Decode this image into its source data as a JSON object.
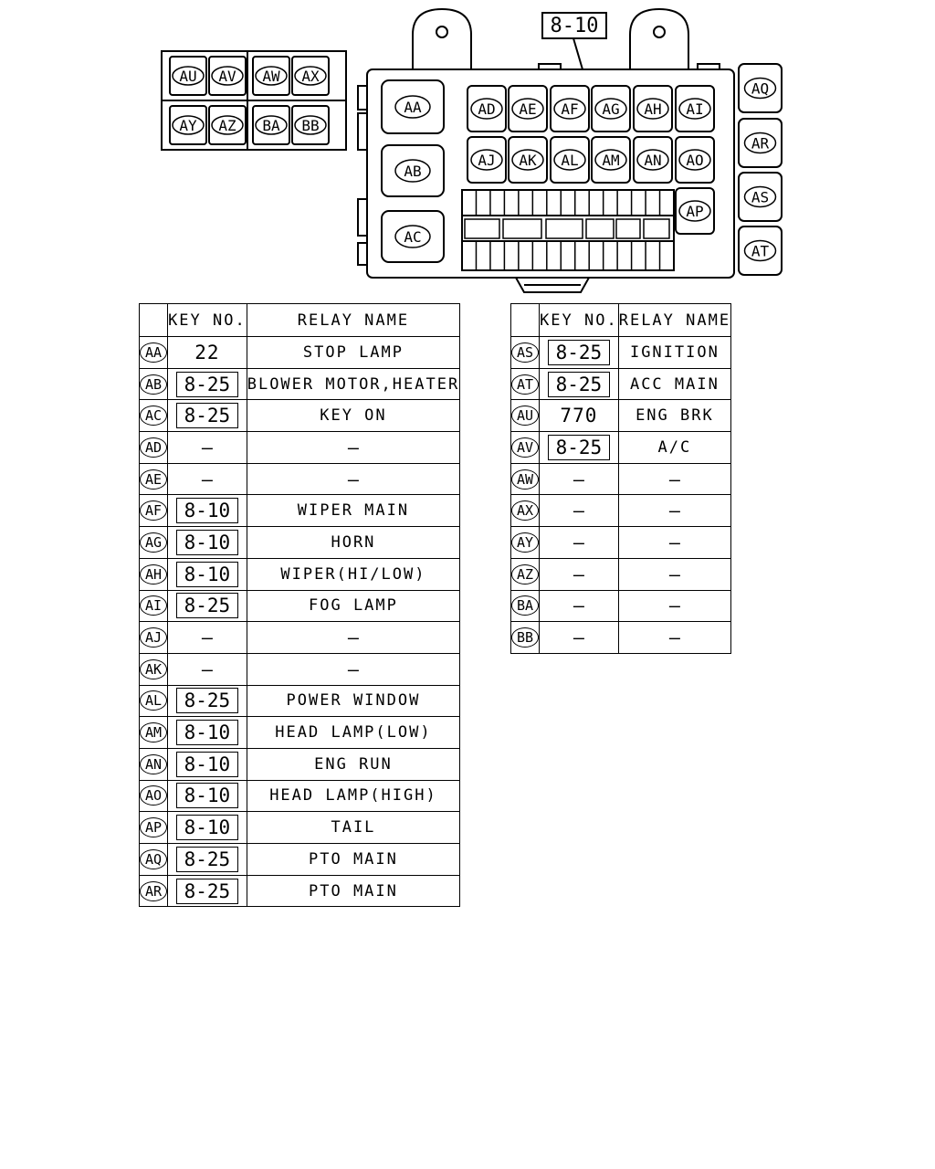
{
  "diagram": {
    "pointer_label": "8-10",
    "relays_main": [
      {
        "label": "AA"
      },
      {
        "label": "AB"
      },
      {
        "label": "AC"
      }
    ],
    "relays_row1": [
      "AD",
      "AE",
      "AF",
      "AG",
      "AH",
      "AI"
    ],
    "relays_row2": [
      "AJ",
      "AK",
      "AL",
      "AM",
      "AN",
      "AO"
    ],
    "relay_ap": "AP",
    "relays_side": [
      "AQ",
      "AR",
      "AS",
      "AT"
    ],
    "relays_block": [
      "AU",
      "AV",
      "AW",
      "AX",
      "AY",
      "AZ",
      "BA",
      "BB"
    ]
  },
  "table_left": {
    "headers": {
      "code": "",
      "key": "KEY NO.",
      "name": "RELAY NAME"
    },
    "rows": [
      {
        "code": "AA",
        "key": "22",
        "boxed": false,
        "name": "STOP LAMP"
      },
      {
        "code": "AB",
        "key": "8-25",
        "boxed": true,
        "name": "BLOWER MOTOR,HEATER"
      },
      {
        "code": "AC",
        "key": "8-25",
        "boxed": true,
        "name": "KEY ON"
      },
      {
        "code": "AD",
        "key": "—",
        "boxed": false,
        "name": "—"
      },
      {
        "code": "AE",
        "key": "—",
        "boxed": false,
        "name": "—"
      },
      {
        "code": "AF",
        "key": "8-10",
        "boxed": true,
        "name": "WIPER MAIN"
      },
      {
        "code": "AG",
        "key": "8-10",
        "boxed": true,
        "name": "HORN"
      },
      {
        "code": "AH",
        "key": "8-10",
        "boxed": true,
        "name": "WIPER(HI/LOW)"
      },
      {
        "code": "AI",
        "key": "8-25",
        "boxed": true,
        "name": "FOG LAMP"
      },
      {
        "code": "AJ",
        "key": "—",
        "boxed": false,
        "name": "—"
      },
      {
        "code": "AK",
        "key": "—",
        "boxed": false,
        "name": "—"
      },
      {
        "code": "AL",
        "key": "8-25",
        "boxed": true,
        "name": "POWER WINDOW"
      },
      {
        "code": "AM",
        "key": "8-10",
        "boxed": true,
        "name": "HEAD LAMP(LOW)"
      },
      {
        "code": "AN",
        "key": "8-10",
        "boxed": true,
        "name": "ENG RUN"
      },
      {
        "code": "AO",
        "key": "8-10",
        "boxed": true,
        "name": "HEAD LAMP(HIGH)"
      },
      {
        "code": "AP",
        "key": "8-10",
        "boxed": true,
        "name": "TAIL"
      },
      {
        "code": "AQ",
        "key": "8-25",
        "boxed": true,
        "name": "PTO MAIN"
      },
      {
        "code": "AR",
        "key": "8-25",
        "boxed": true,
        "name": "PTO MAIN"
      }
    ]
  },
  "table_right": {
    "headers": {
      "code": "",
      "key": "KEY NO.",
      "name": "RELAY NAME"
    },
    "rows": [
      {
        "code": "AS",
        "key": "8-25",
        "boxed": true,
        "name": "IGNITION"
      },
      {
        "code": "AT",
        "key": "8-25",
        "boxed": true,
        "name": "ACC MAIN"
      },
      {
        "code": "AU",
        "key": "770",
        "boxed": false,
        "name": "ENG BRK"
      },
      {
        "code": "AV",
        "key": "8-25",
        "boxed": true,
        "name": "A/C"
      },
      {
        "code": "AW",
        "key": "—",
        "boxed": false,
        "name": "—"
      },
      {
        "code": "AX",
        "key": "—",
        "boxed": false,
        "name": "—"
      },
      {
        "code": "AY",
        "key": "—",
        "boxed": false,
        "name": "—"
      },
      {
        "code": "AZ",
        "key": "—",
        "boxed": false,
        "name": "—"
      },
      {
        "code": "BA",
        "key": "—",
        "boxed": false,
        "name": "—"
      },
      {
        "code": "BB",
        "key": "—",
        "boxed": false,
        "name": "—"
      }
    ]
  }
}
